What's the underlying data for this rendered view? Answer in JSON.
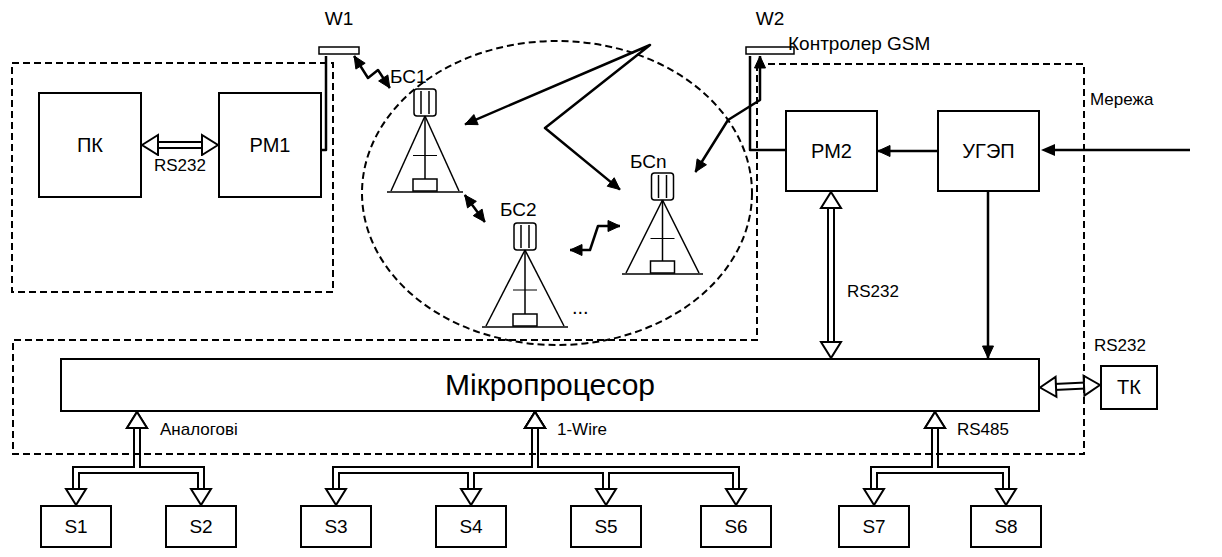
{
  "diagram": {
    "nodes": [
      {
        "text": [
          "W1"
        ]
      },
      {
        "text": [
          "ПК"
        ]
      },
      {
        "text": [
          "РМ1"
        ]
      },
      {
        "text": [
          "БС1"
        ]
      },
      {
        "text": [
          "БС2"
        ]
      },
      {
        "text": [
          "БСn"
        ]
      },
      {
        "text": [
          "W2"
        ]
      },
      {
        "text": [
          "Контролер GSM"
        ]
      },
      {
        "text": [
          "РМ2"
        ],
        "in": 7
      },
      {
        "text": [
          "УГЭП"
        ],
        "in": 7
      },
      {
        "text": [
          "Мікропроцесор"
        ],
        "in": 7
      },
      {
        "text": [
          "ТК"
        ]
      },
      {
        "text": [
          "S1"
        ]
      },
      {
        "text": [
          "S2"
        ]
      },
      {
        "text": [
          "S3"
        ]
      },
      {
        "text": [
          "S4"
        ]
      },
      {
        "text": [
          "S5"
        ]
      },
      {
        "text": [
          "S6"
        ]
      },
      {
        "text": [
          "S7"
        ]
      },
      {
        "text": [
          "S8"
        ]
      }
    ],
    "edges": [
      {
        "from": 1,
        "to": 2,
        "arrow": "both",
        "label": "RS232"
      },
      {
        "from": 2,
        "to": 0,
        "arrow": "none"
      },
      {
        "from": 0,
        "to": 3,
        "arrow": "both"
      },
      {
        "from": 3,
        "to": 4,
        "arrow": "both"
      },
      {
        "from": 4,
        "to": 5,
        "arrow": "both"
      },
      {
        "from": 3,
        "to": 5,
        "arrow": "both"
      },
      {
        "from": 5,
        "to": 6,
        "arrow": "both"
      },
      {
        "from": 8,
        "to": 6,
        "arrow": "none"
      },
      {
        "from": 9,
        "to": 8,
        "arrow": "to"
      },
      {
        "from": 8,
        "to": 10,
        "arrow": "both",
        "label": "RS232"
      },
      {
        "from": 9,
        "to": 10,
        "arrow": "to"
      },
      {
        "from": 10,
        "to": 11,
        "arrow": "both",
        "label": "RS232"
      },
      {
        "from": 12,
        "to": 10,
        "arrow": "both"
      },
      {
        "from": 13,
        "to": 10,
        "arrow": "both"
      },
      {
        "from": 14,
        "to": 10,
        "arrow": "both"
      },
      {
        "from": 15,
        "to": 10,
        "arrow": "both"
      },
      {
        "from": 16,
        "to": 10,
        "arrow": "both"
      },
      {
        "from": 17,
        "to": 10,
        "arrow": "both"
      },
      {
        "from": 18,
        "to": 10,
        "arrow": "both"
      },
      {
        "from": 19,
        "to": 10,
        "arrow": "both"
      }
    ],
    "labels": [
      "...",
      "Мережа",
      "Аналогові",
      "1-Wire",
      "RS485"
    ]
  }
}
